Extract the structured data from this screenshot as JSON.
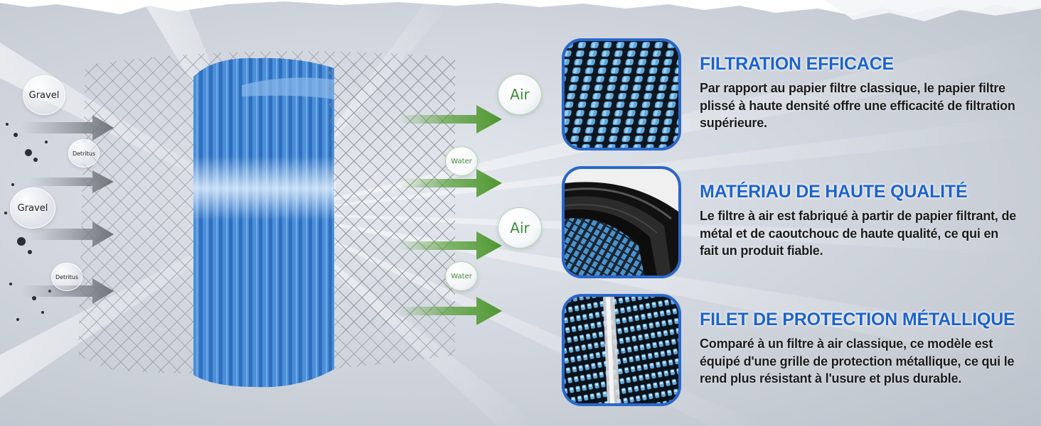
{
  "colors": {
    "accent_blue": "#1d63c9",
    "border_blue": "#2a67c9",
    "arrow_green": "#5aa03a",
    "filter_blue": "#4b8fd8",
    "text_dark": "#1b1b1b"
  },
  "illustration": {
    "labels": {
      "gravel_top": "Gravel",
      "detritus_top": "Detritus",
      "gravel_mid": "Gravel",
      "detritus_bottom": "Detritus",
      "air_top": "Air",
      "water_top": "Water",
      "air_bottom": "Air",
      "water_bottom": "Water"
    }
  },
  "features": [
    {
      "title": "FILTRATION EFFICACE",
      "description": "Par rapport au papier filtre classique, le papier filtre plissé à haute densité offre une efficacité de filtration supérieure.",
      "icon": "pleated-paper-closeup"
    },
    {
      "title": "MATÉRIAU DE HAUTE QUALITÉ",
      "description": "Le filtre à air est fabriqué à partir de papier filtrant, de métal et de caoutchouc de haute qualité, ce qui en fait un produit fiable.",
      "icon": "rubber-seal-closeup"
    },
    {
      "title": "FILET DE PROTECTION MÉTALLIQUE",
      "description": "Comparé à un filtre à air classique, ce modèle est équipé d'une grille de protection métallique, ce qui le rend plus résistant à l'usure et plus durable.",
      "icon": "metal-mesh-closeup"
    }
  ]
}
